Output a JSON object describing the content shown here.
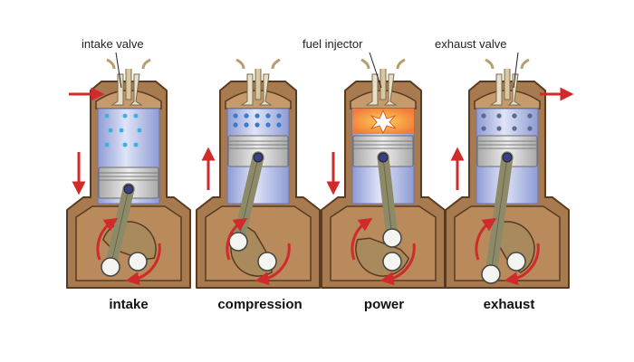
{
  "callouts": {
    "intake_valve": "intake valve",
    "fuel_injector": "fuel injector",
    "exhaust_valve": "exhaust valve"
  },
  "strokes": [
    {
      "label": "intake"
    },
    {
      "label": "compression"
    },
    {
      "label": "power"
    },
    {
      "label": "exhaust"
    }
  ],
  "colors": {
    "block": "#a77b4f",
    "block_outline": "#5a3a20",
    "cylinder": "#b9c2e6",
    "piston": "#c9c9c9",
    "rod": "#8d8a6a",
    "arrow": "#d02a2a",
    "fuel_droplet": "#3ab0e0",
    "explosion": "#f08a3a"
  },
  "icons": [
    "intake-arrow-icon",
    "exhaust-arrow-icon",
    "down-arrow-icon",
    "up-arrow-icon",
    "rotation-arrow-icon",
    "spark-icon"
  ]
}
